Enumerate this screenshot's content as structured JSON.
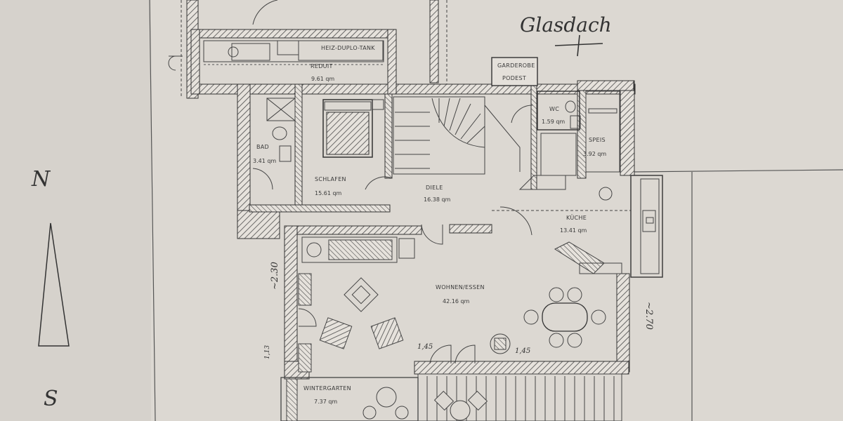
{
  "sketch_notes": {
    "roof": "Glasdach",
    "north": "N",
    "south": "S",
    "dim_left": "~2.30",
    "dim_right": "~2.70",
    "dim_small_1": "1,45",
    "dim_small_2": "1,45",
    "dim_side": "1,13"
  },
  "rooms": {
    "reduit": {
      "name": "REDUIT",
      "area": "9.61 qm"
    },
    "tank": {
      "name": "HEIZ-DUPLO-TANK"
    },
    "garderobe": {
      "name": "GARDEROBE",
      "sub": "PODEST"
    },
    "wc": {
      "name": "WC",
      "area": "1.59 qm"
    },
    "speis": {
      "name": "SPEIS",
      "area": "3.92 qm"
    },
    "bad": {
      "name": "BAD",
      "area": "3.41 qm"
    },
    "schlafen": {
      "name": "SCHLAFEN",
      "area": "15.61 qm"
    },
    "diele": {
      "name": "DIELE",
      "area": "16.38 qm"
    },
    "kueche": {
      "name": "KÜCHE",
      "area": "13.41 qm"
    },
    "wohnen": {
      "name": "WOHNEN/ESSEN",
      "area": "42.16 qm"
    },
    "wintergarten": {
      "name": "WINTERGARTEN",
      "area": "7.37 qm"
    }
  },
  "colors": {
    "paper": "#d8d4ce",
    "ink": "#3a3a3a",
    "hatch": "#4a4a4a"
  }
}
